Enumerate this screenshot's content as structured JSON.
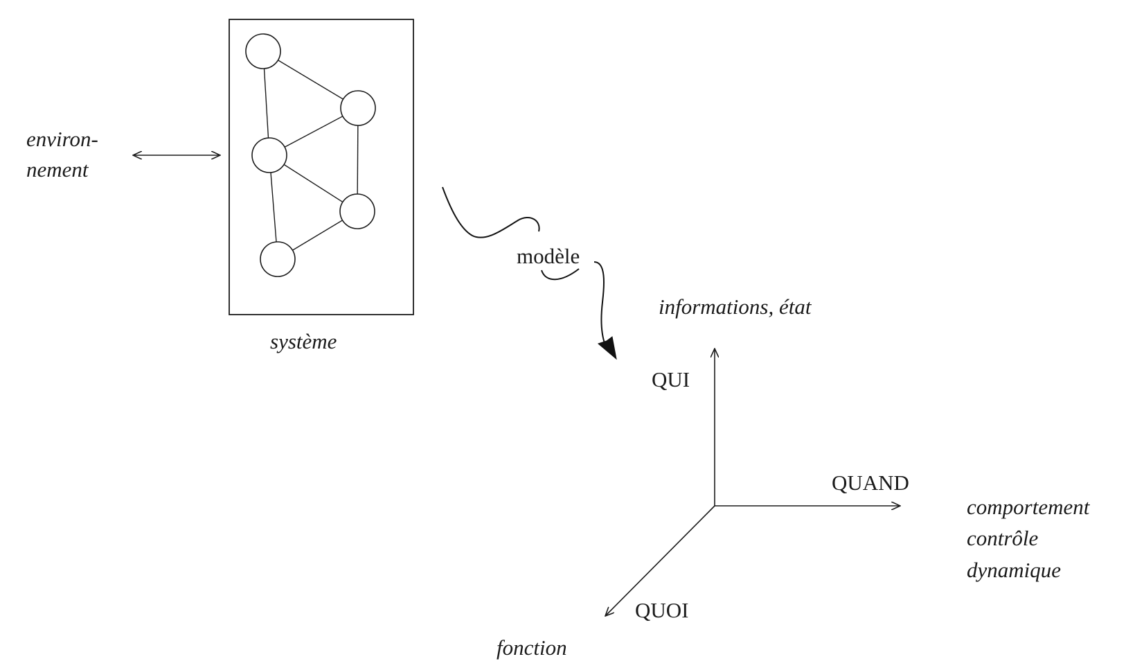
{
  "environment": {
    "lines": [
      "environ-",
      "nement"
    ]
  },
  "system": {
    "caption": "système",
    "nodes": [
      "n1",
      "n2",
      "n3",
      "n4",
      "n5"
    ],
    "edges": [
      [
        "n1",
        "n3"
      ],
      [
        "n1",
        "n2"
      ],
      [
        "n2",
        "n3"
      ],
      [
        "n2",
        "n4"
      ],
      [
        "n3",
        "n4"
      ],
      [
        "n3",
        "n5"
      ],
      [
        "n4",
        "n5"
      ]
    ]
  },
  "model": {
    "label": "modèle"
  },
  "axes": {
    "vertical": {
      "label": "QUI",
      "description": "informations, état"
    },
    "horizontal": {
      "label": "QUAND",
      "description": [
        "comportement",
        "contrôle",
        "dynamique"
      ]
    },
    "depth": {
      "label": "QUOI",
      "description": "fonction"
    }
  },
  "colors": {
    "ink": "#1a1a1a",
    "background": "#ffffff"
  }
}
